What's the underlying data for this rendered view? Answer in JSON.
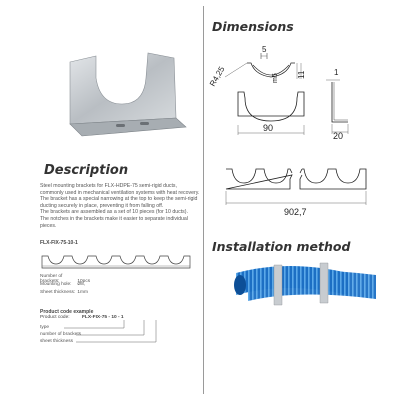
{
  "sections": {
    "dimensions": "Dimensions",
    "description": "Description",
    "installation": "Installation method"
  },
  "description": {
    "lines": [
      "Steel mounting brackets for FLX-HDPE-75 semi-rigid ducts,",
      "commonly used in mechanical ventilation systems with heat recovery.",
      "The bracket has a special narrowing at the top to keep the semi-rigid",
      "ducting securely in place, preventing it from falling off.",
      "The brackets are assembled as a set of 10 pieces (for 10 ducts).",
      "The notches in the brackets make it easier to separate individual",
      "pieces."
    ]
  },
  "model_label": "FLX-FIX-75-10-1",
  "specs": [
    {
      "key": "Number of brackets:",
      "value": "10pcs"
    },
    {
      "key": "Mounting hole:",
      "value": "Ø8,"
    },
    {
      "key": "Sheet thickness:",
      "value": "1mm"
    }
  ],
  "product_code": {
    "title": "Product code example",
    "label": "Product code:",
    "value": "FLX-FIX-75  -  10  -  1"
  },
  "legend": [
    "type",
    "number of brackets",
    "sheet thickness"
  ],
  "dimensions": {
    "d5": "5",
    "r": "R4,25",
    "m5": "m5",
    "d11": "11",
    "d1": "1",
    "d90": "90",
    "d20": "20",
    "d902": "902,7"
  },
  "colors": {
    "duct_blue": "#1c6fc4",
    "duct_light": "#5aa8e8",
    "steel": "#c8ccd0"
  }
}
